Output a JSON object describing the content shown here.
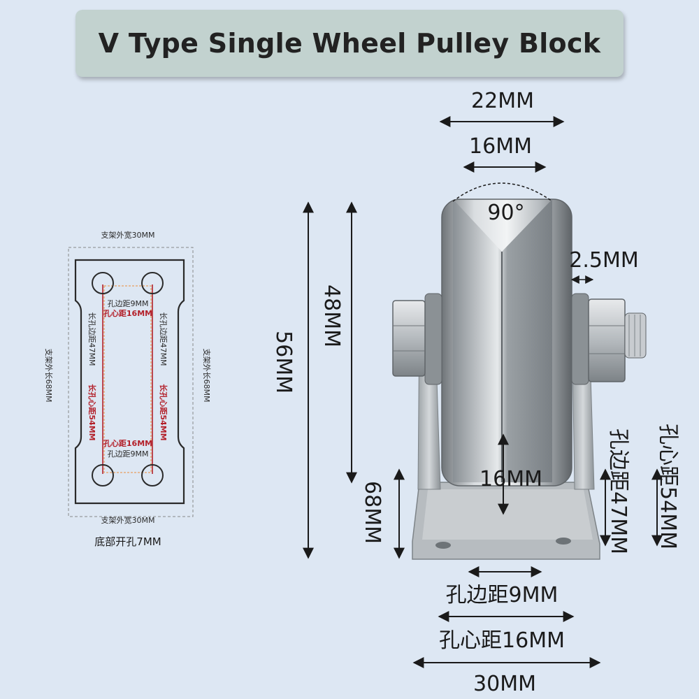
{
  "title": "V Type Single Wheel Pulley Block",
  "dimensions": {
    "top_width": "22MM",
    "groove_width": "16MM",
    "angle": "90°",
    "flange": "2.5MM",
    "wheel_diameter": "48MM",
    "total_height": "56MM",
    "axle_height": "16MM",
    "base_length": "68MM",
    "hole_edge_47": "孔边距47MM",
    "hole_center_54": "孔心距54MM",
    "hole_edge_9": "孔边距9MM",
    "hole_center_16": "孔心距16MM",
    "base_width": "30MM"
  },
  "plan_view": {
    "top_width": "支架外宽30MM",
    "bottom_width": "支架外宽30MM",
    "left_length": "支架外长68MM",
    "right_length": "支架外长68MM",
    "hole_edge_9_top": "孔边距9MM",
    "hole_center_16_top": "孔心距16MM",
    "hole_edge_9_bottom": "孔边距9MM",
    "hole_center_16_bottom": "孔心距16MM",
    "long_edge_left": "长孔边距47MM",
    "long_edge_right": "长孔边距47MM",
    "long_center_left": "长孔心距54MM",
    "long_center_right": "长孔心距54MM",
    "bottom_hole": "底部开孔7MM"
  },
  "colors": {
    "background": "#dde7f3",
    "title_box": "#c2d2cf",
    "accent_red": "#b3202a",
    "guide_orange": "#e8a060"
  }
}
